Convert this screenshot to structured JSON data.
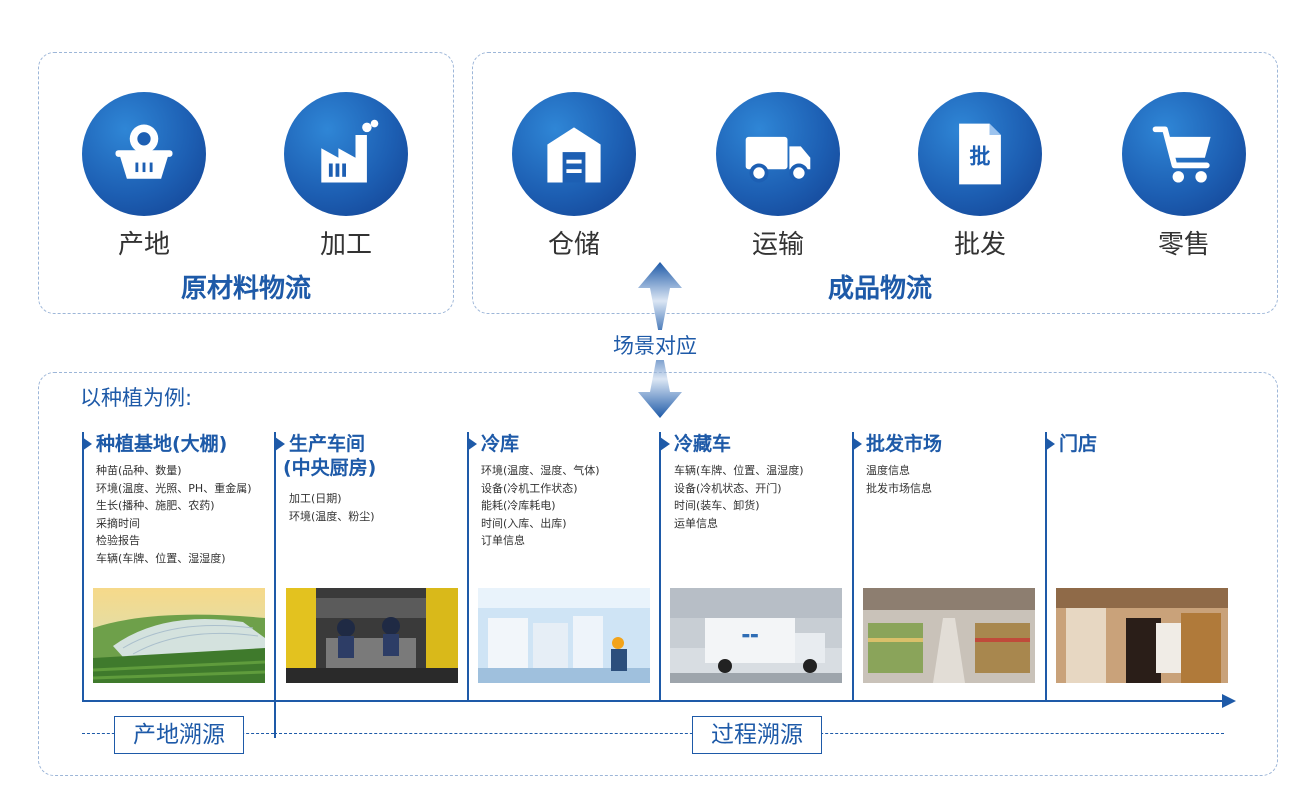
{
  "top": {
    "raw_group": {
      "title": "原材料物流",
      "items": [
        {
          "label": "产地",
          "icon": "basket-icon"
        },
        {
          "label": "加工",
          "icon": "factory-icon"
        }
      ]
    },
    "finished_group": {
      "title": "成品物流",
      "items": [
        {
          "label": "仓储",
          "icon": "warehouse-icon"
        },
        {
          "label": "运输",
          "icon": "truck-icon"
        },
        {
          "label": "批发",
          "icon": "wholesale-doc-icon",
          "glyph": "批"
        },
        {
          "label": "零售",
          "icon": "shopping-cart-icon"
        }
      ]
    },
    "arrow_label": "场景对应"
  },
  "bottom": {
    "intro": "以种植为例:",
    "stages": [
      {
        "title_lines": [
          "种植基地(大棚)"
        ],
        "details": [
          "种苗(品种、数量)",
          "环境(温度、光照、PH、重金属)",
          "生长(播种、施肥、农药)",
          "采摘时间",
          "检验报告",
          "车辆(车牌、位置、湿湿度)"
        ],
        "photo": "greenhouse-photo"
      },
      {
        "title_lines": [
          "生产车间",
          "(中央厨房)"
        ],
        "details": [
          "加工(日期)",
          "环境(温度、粉尘)"
        ],
        "photo": "factory-workers-photo"
      },
      {
        "title_lines": [
          "冷库"
        ],
        "details": [
          "环境(温度、湿度、气体)",
          "设备(冷机工作状态)",
          "能耗(冷库耗电)",
          "时间(入库、出库)",
          "订单信息"
        ],
        "photo": "cold-storage-photo"
      },
      {
        "title_lines": [
          "冷藏车"
        ],
        "details": [
          "车辆(车牌、位置、温湿度)",
          "设备(冷机状态、开门)",
          "时间(装车、卸货)",
          "运单信息"
        ],
        "photo": "refrigerated-truck-photo"
      },
      {
        "title_lines": [
          "批发市场"
        ],
        "details": [
          "温度信息",
          "批发市场信息"
        ],
        "photo": "wholesale-market-photo"
      },
      {
        "title_lines": [
          "门店"
        ],
        "details": [],
        "photo": "store-shopping-photo"
      }
    ],
    "trace_origin": "产地溯源",
    "trace_process": "过程溯源"
  },
  "colors": {
    "primary": "#1e5aa8",
    "icon_dark": "#123f8f",
    "icon_light": "#2f86d6",
    "dashed_border": "#9db6d8"
  }
}
